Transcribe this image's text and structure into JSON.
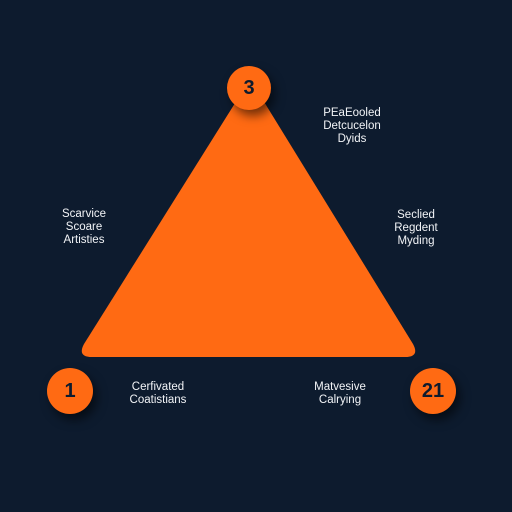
{
  "colors": {
    "background": "#0d1b2e",
    "accent": "#ff6a13",
    "text": "#f2f4f7"
  },
  "badges": {
    "top": "3",
    "bottom_left": "1",
    "bottom_right": "21"
  },
  "labels": {
    "top_right": [
      "PEaEooled",
      "Detcucelon",
      "Dyids"
    ],
    "left": [
      "Scarvice",
      "Scoare",
      "Artisties"
    ],
    "right": [
      "Seclied",
      "Regdent",
      "Myding"
    ],
    "bottom_left": [
      "Cerfivated",
      "Coatistians"
    ],
    "bottom_right": [
      "Matvesive",
      "Calrying"
    ]
  }
}
